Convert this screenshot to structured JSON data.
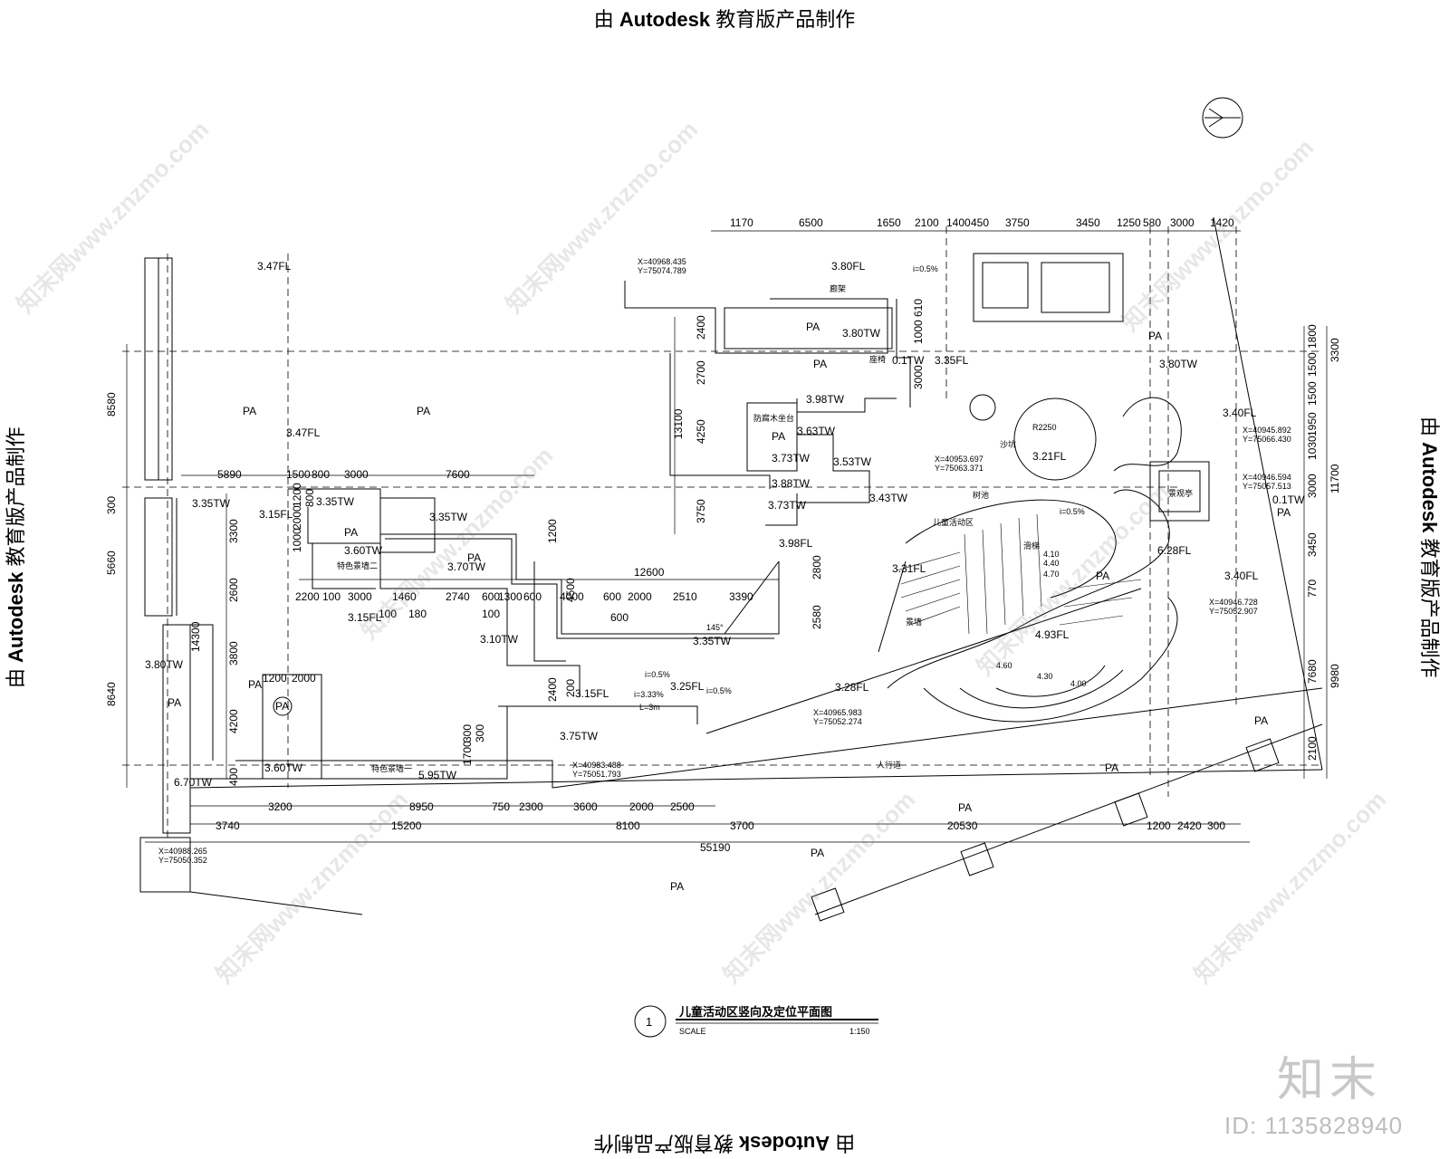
{
  "banner": {
    "brand": "Autodesk",
    "prefix": "由",
    "suffix": "教育版产品制作"
  },
  "title_block": {
    "number": "1",
    "title": "儿童活动区竖向及定位平面图",
    "scale_label": "SCALE",
    "scale_value": "1:150"
  },
  "brand": {
    "logo": "知末",
    "id": "ID: 1135828940"
  },
  "watermark": "知末网www.znzmo.com",
  "top_dims": [
    "1170",
    "6500",
    "1650",
    "2100",
    "1400",
    "450",
    "3750",
    "3450",
    "1250",
    "580",
    "3000",
    "1420"
  ],
  "bottom_dims_row1": [
    "3200",
    "8950",
    "750",
    "2300",
    "3600",
    "2000",
    "2500"
  ],
  "bottom_dims_row2": [
    "3740",
    "15200",
    "8100",
    "3700",
    "20530",
    "1200",
    "2420",
    "300"
  ],
  "bottom_total": "55190",
  "left_dims": [
    "8580",
    "300",
    "5660",
    "8640"
  ],
  "right_dims_inner": [
    "1800",
    "1500",
    "1500",
    "1950",
    "1030",
    "3000",
    "3450",
    "770",
    "7680",
    "2100"
  ],
  "right_dims_outer": [
    "3300",
    "11700",
    "9980"
  ],
  "mid_dims": [
    "5890",
    "1500",
    "800",
    "3000",
    "7600",
    "12600",
    "2200",
    "100",
    "3000",
    "1460",
    "2740",
    "600",
    "1300",
    "600",
    "4000",
    "600",
    "2000",
    "2510",
    "3390",
    "100",
    "180",
    "100",
    "600",
    "1200",
    "2000"
  ],
  "vert_dims": [
    "2400",
    "2700",
    "13100",
    "4250",
    "3750",
    "3000",
    "1000",
    "610",
    "2800",
    "2580",
    "3300",
    "2600",
    "14300",
    "3800",
    "4200",
    "400",
    "1200",
    "4500",
    "2400",
    "200",
    "1700",
    "300",
    "300",
    "1000",
    "2000",
    "1200",
    "800"
  ],
  "elevations": [
    "3.47FL",
    "3.47FL",
    "3.80FL",
    "3.80TW",
    "3.80TW",
    "3.98TW",
    "3.63TW",
    "3.73TW",
    "3.53TW",
    "3.88TW",
    "3.43TW",
    "3.73TW",
    "3.35TW",
    "3.35TW",
    "3.15FL",
    "3.60TW",
    "3.35TW",
    "3.70TW",
    "3.15FL",
    "3.10TW",
    "3.35TW",
    "3.15FL",
    "3.25FL",
    "3.75TW",
    "3.60TW",
    "3.80TW",
    "6.70TW",
    "5.95TW",
    "3.28FL",
    "3.31FL",
    "4.93FL",
    "3.21FL",
    "3.35FL",
    "3.40FL",
    "3.40FL",
    "6.28FL",
    "3.80TW",
    "0.1TW",
    "0.1TW",
    "3.98FL"
  ],
  "area_labels": [
    "PA",
    "PA",
    "PA",
    "PA",
    "PA",
    "PA",
    "PA",
    "PA",
    "PA",
    "PA",
    "PA",
    "PA",
    "PA",
    "PA",
    "PA",
    "PA",
    "PA",
    "PA"
  ],
  "slopes": [
    "i=0.5%",
    "i=0.5%",
    "i=0.5%",
    "i=0.5%",
    "i=3.33%",
    "L=3m",
    "145°"
  ],
  "contours": [
    "4.60",
    "4.30",
    "4.00",
    "4.10",
    "4.40",
    "4.70"
  ],
  "coords": [
    {
      "x": "X=40968.435",
      "y": "Y=75074.789"
    },
    {
      "x": "X=40953.697",
      "y": "Y=75063.371"
    },
    {
      "x": "X=40945.892",
      "y": "Y=75066.430"
    },
    {
      "x": "X=40946.594",
      "y": "Y=75057.513"
    },
    {
      "x": "X=40946.728",
      "y": "Y=75052.907"
    },
    {
      "x": "X=40965.983",
      "y": "Y=75052.274"
    },
    {
      "x": "X=40983.488",
      "y": "Y=75051.793"
    },
    {
      "x": "X=40988.265",
      "y": "Y=75050.352"
    }
  ],
  "small_labels": [
    "沙坑",
    "R2250",
    "儿童活动区",
    "人行道",
    "特色景墙一",
    "特色景墙二",
    "廊架",
    "景观亭",
    "滑梯",
    "景墙",
    "树池",
    "防腐木坐台",
    "座椅"
  ]
}
